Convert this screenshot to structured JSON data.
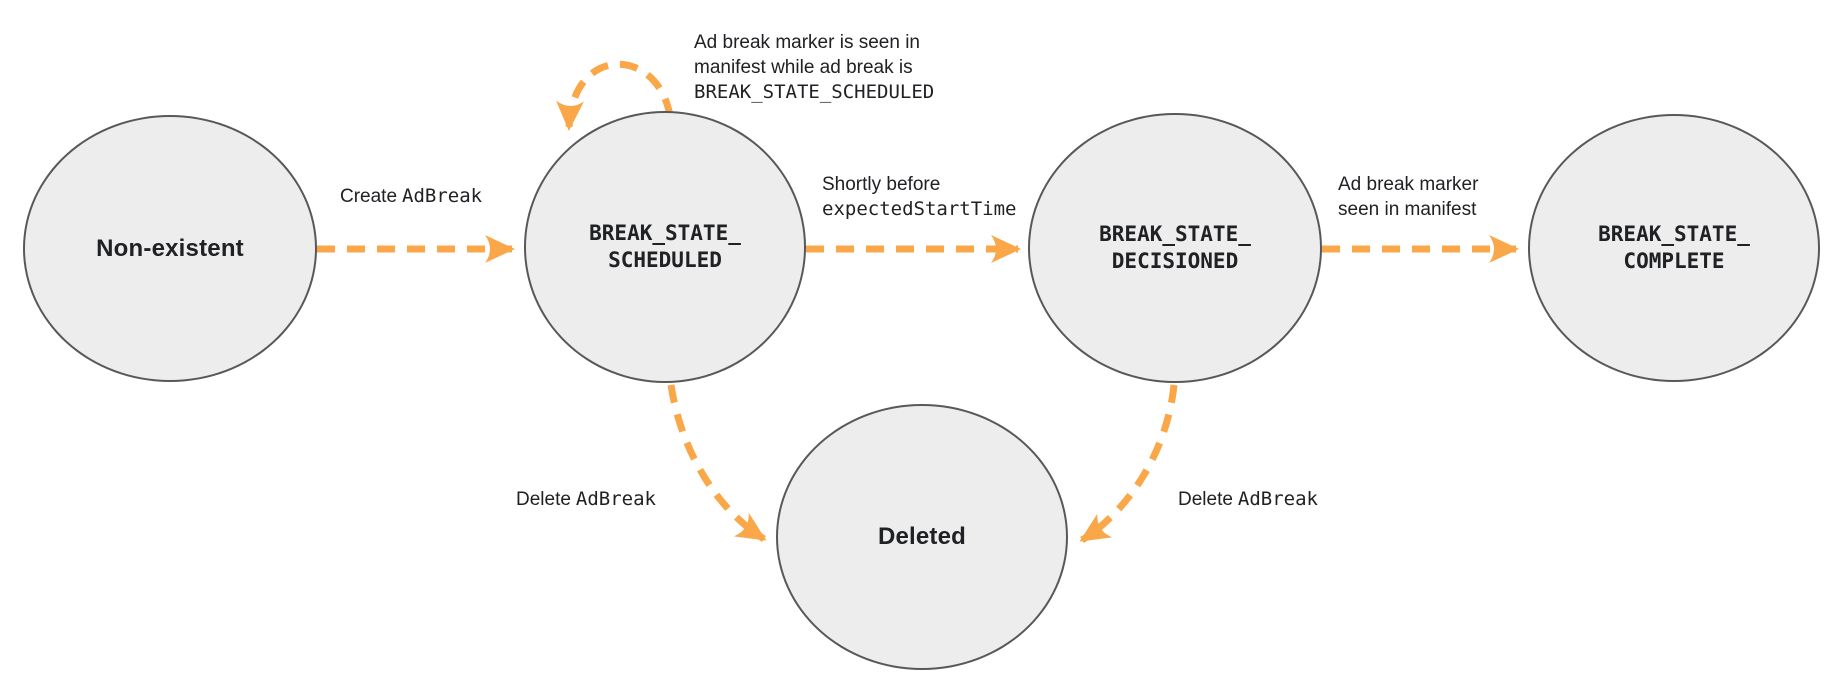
{
  "colors": {
    "accent": "#F9A748",
    "node_fill": "#EDEDED",
    "node_border": "#57585B",
    "text": "#202124"
  },
  "states": [
    {
      "name": "non-existent",
      "style": "plain",
      "lines": [
        "Non-existent"
      ]
    },
    {
      "name": "break-state-scheduled",
      "style": "code",
      "lines": [
        "BREAK_STATE_",
        "SCHEDULED"
      ]
    },
    {
      "name": "break-state-decisioned",
      "style": "code",
      "lines": [
        "BREAK_STATE_",
        "DECISIONED"
      ]
    },
    {
      "name": "break-state-complete",
      "style": "code",
      "lines": [
        "BREAK_STATE_",
        "COMPLETE"
      ]
    },
    {
      "name": "deleted",
      "style": "plain",
      "lines": [
        "Deleted"
      ]
    }
  ],
  "transitions": [
    {
      "name": "create-adbreak",
      "from": "non-existent",
      "to": "break-state-scheduled",
      "label_pre": "Create",
      "label_code": "AdBreak"
    },
    {
      "name": "marker-seen-while-scheduled",
      "from": "break-state-scheduled",
      "to": "break-state-scheduled",
      "label_lines": [
        "Ad break marker is seen in",
        "manifest while ad break is"
      ],
      "label_code": "BREAK_STATE_SCHEDULED"
    },
    {
      "name": "shortly-before-expected-start",
      "from": "break-state-scheduled",
      "to": "break-state-decisioned",
      "label_pre": "Shortly before",
      "label_code": "expectedStartTime"
    },
    {
      "name": "marker-seen-in-manifest",
      "from": "break-state-decisioned",
      "to": "break-state-complete",
      "label_lines": [
        "Ad break marker",
        "seen in manifest"
      ]
    },
    {
      "name": "delete-adbreak-from-scheduled",
      "from": "break-state-scheduled",
      "to": "deleted",
      "label_pre": "Delete",
      "label_code": "AdBreak"
    },
    {
      "name": "delete-adbreak-from-decisioned",
      "from": "break-state-decisioned",
      "to": "deleted",
      "label_pre": "Delete",
      "label_code": "AdBreak"
    }
  ]
}
